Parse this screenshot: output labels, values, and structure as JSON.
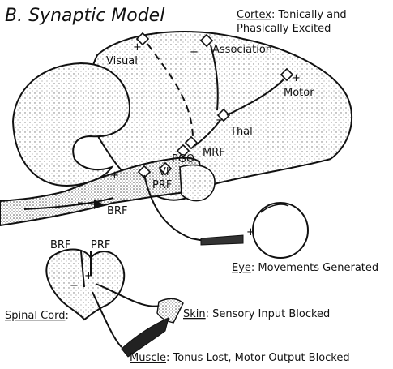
{
  "title": "B. Synaptic Model",
  "cortex": {
    "label": "Cortex",
    "line1": ": Tonically and",
    "line2": "Phasically Excited"
  },
  "regions": {
    "visual": "Visual",
    "association": "Association",
    "motor": "Motor",
    "thal": "Thal",
    "pgo": "PGO",
    "mrf": "MRF",
    "six": "VI",
    "prf": "PRF",
    "brf": "BRF",
    "brf_spinal": "BRF",
    "prf_spinal": "PRF"
  },
  "eye": {
    "label": "Eye",
    "text": ": Movements Generated"
  },
  "spinal": {
    "label": "Spinal Cord",
    "suffix": ":"
  },
  "skin": {
    "label": "Skin",
    "text": ": Sensory Input Blocked"
  },
  "muscle": {
    "label": "Muscle",
    "text": ": Tonus Lost, Motor Output Blocked"
  },
  "signs": {
    "plus": "+",
    "minus": "−"
  }
}
